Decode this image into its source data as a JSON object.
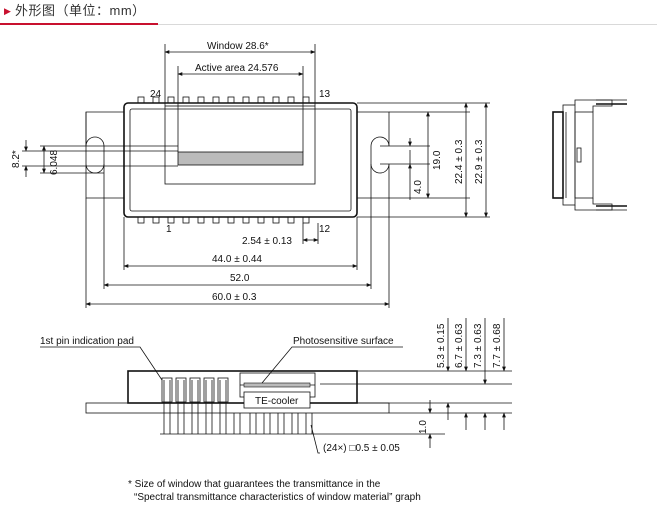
{
  "header": {
    "title": "外形图（单位：mm）"
  },
  "top_view": {
    "window_label": "Window 28.6*",
    "active_area_label": "Active area 24.576",
    "pin_24": "24",
    "pin_13": "13",
    "pin_1": "1",
    "pin_12": "12",
    "dim_pitch": "2.54 ± 0.13",
    "dim_44": "44.0 ± 0.44",
    "dim_52": "52.0",
    "dim_60": "60.0 ± 0.3",
    "dim_8_2": "8.2*",
    "dim_6_048": "6.048",
    "dim_19": "19.0",
    "dim_4": "4.0",
    "dim_22_4": "22.4 ± 0.3",
    "dim_22_9": "22.9 ± 0.3"
  },
  "side_view": {
    "pin1_label": "1st pin indication pad",
    "photosensitive_label": "Photosensitive surface",
    "te_cooler_label": "TE-cooler",
    "pin_size_label": "(24×) □0.5 ± 0.05",
    "dim_5_3": "5.3 ± 0.15",
    "dim_6_7": "6.7 ± 0.63",
    "dim_7_3": "7.3 ± 0.63",
    "dim_7_7": "7.7 ± 0.68",
    "dim_1_0": "1.0"
  },
  "footnote": {
    "line1": "* Size of window that guarantees the transmittance in the",
    "line2": "“Spectral transmittance characteristics of window material” graph"
  },
  "colors": {
    "accent": "#c8102e",
    "line": "#111111",
    "rule": "#d9d9d9",
    "active_area_fill": "#bbbbbb"
  }
}
